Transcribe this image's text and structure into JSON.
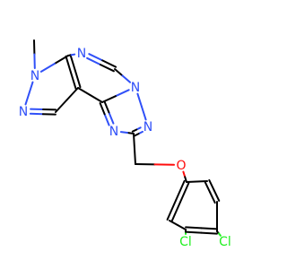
{
  "molecule": {
    "atom_colors": {
      "C": "#000000",
      "N": "#3050f8",
      "O": "#ff0d0d",
      "Cl": "#1ff01f"
    },
    "atoms": [
      {
        "id": 0,
        "element": "C"
      },
      {
        "id": 1,
        "element": "N",
        "label": "N"
      },
      {
        "id": 2,
        "element": "N",
        "label": "N"
      },
      {
        "id": 3,
        "element": "C"
      },
      {
        "id": 4,
        "element": "C"
      },
      {
        "id": 5,
        "element": "C"
      },
      {
        "id": 6,
        "element": "C"
      },
      {
        "id": 7,
        "element": "N",
        "label": "N"
      },
      {
        "id": 8,
        "element": "C"
      },
      {
        "id": 9,
        "element": "N",
        "label": "N"
      },
      {
        "id": 10,
        "element": "N",
        "label": "N"
      },
      {
        "id": 11,
        "element": "C"
      },
      {
        "id": 12,
        "element": "N",
        "label": "N"
      },
      {
        "id": 13,
        "element": "C"
      },
      {
        "id": 14,
        "element": "O",
        "label": "O"
      },
      {
        "id": 15,
        "element": "C"
      },
      {
        "id": 16,
        "element": "C"
      },
      {
        "id": 17,
        "element": "C"
      },
      {
        "id": 18,
        "element": "Cl",
        "label": "Cl"
      },
      {
        "id": 19,
        "element": "C"
      },
      {
        "id": 20,
        "element": "Cl",
        "label": "Cl"
      },
      {
        "id": 21,
        "element": "C"
      },
      {
        "id": 22,
        "element": "C"
      }
    ],
    "bonds": [
      {
        "a": 0,
        "b": 1,
        "order": 1
      },
      {
        "a": 1,
        "b": 2,
        "order": 1
      },
      {
        "a": 2,
        "b": 3,
        "order": 2
      },
      {
        "a": 3,
        "b": 4,
        "order": 1
      },
      {
        "a": 4,
        "b": 5,
        "order": 2
      },
      {
        "a": 5,
        "b": 1,
        "order": 1
      },
      {
        "a": 5,
        "b": 7,
        "order": 1
      },
      {
        "a": 7,
        "b": 8,
        "order": 2
      },
      {
        "a": 8,
        "b": 9,
        "order": 1
      },
      {
        "a": 9,
        "b": 6,
        "order": 1
      },
      {
        "a": 6,
        "b": 4,
        "order": 1
      },
      {
        "a": 9,
        "b": 10,
        "order": 1
      },
      {
        "a": 10,
        "b": 11,
        "order": 2
      },
      {
        "a": 11,
        "b": 12,
        "order": 1
      },
      {
        "a": 12,
        "b": 6,
        "order": 2
      },
      {
        "a": 11,
        "b": 13,
        "order": 1
      },
      {
        "a": 13,
        "b": 14,
        "order": 1
      },
      {
        "a": 14,
        "b": 15,
        "order": 1
      },
      {
        "a": 15,
        "b": 16,
        "order": 2
      },
      {
        "a": 16,
        "b": 17,
        "order": 1
      },
      {
        "a": 17,
        "b": 18,
        "order": 1
      },
      {
        "a": 17,
        "b": 19,
        "order": 2
      },
      {
        "a": 19,
        "b": 20,
        "order": 1
      },
      {
        "a": 19,
        "b": 21,
        "order": 1
      },
      {
        "a": 21,
        "b": 22,
        "order": 2
      },
      {
        "a": 22,
        "b": 15,
        "order": 1
      }
    ]
  }
}
